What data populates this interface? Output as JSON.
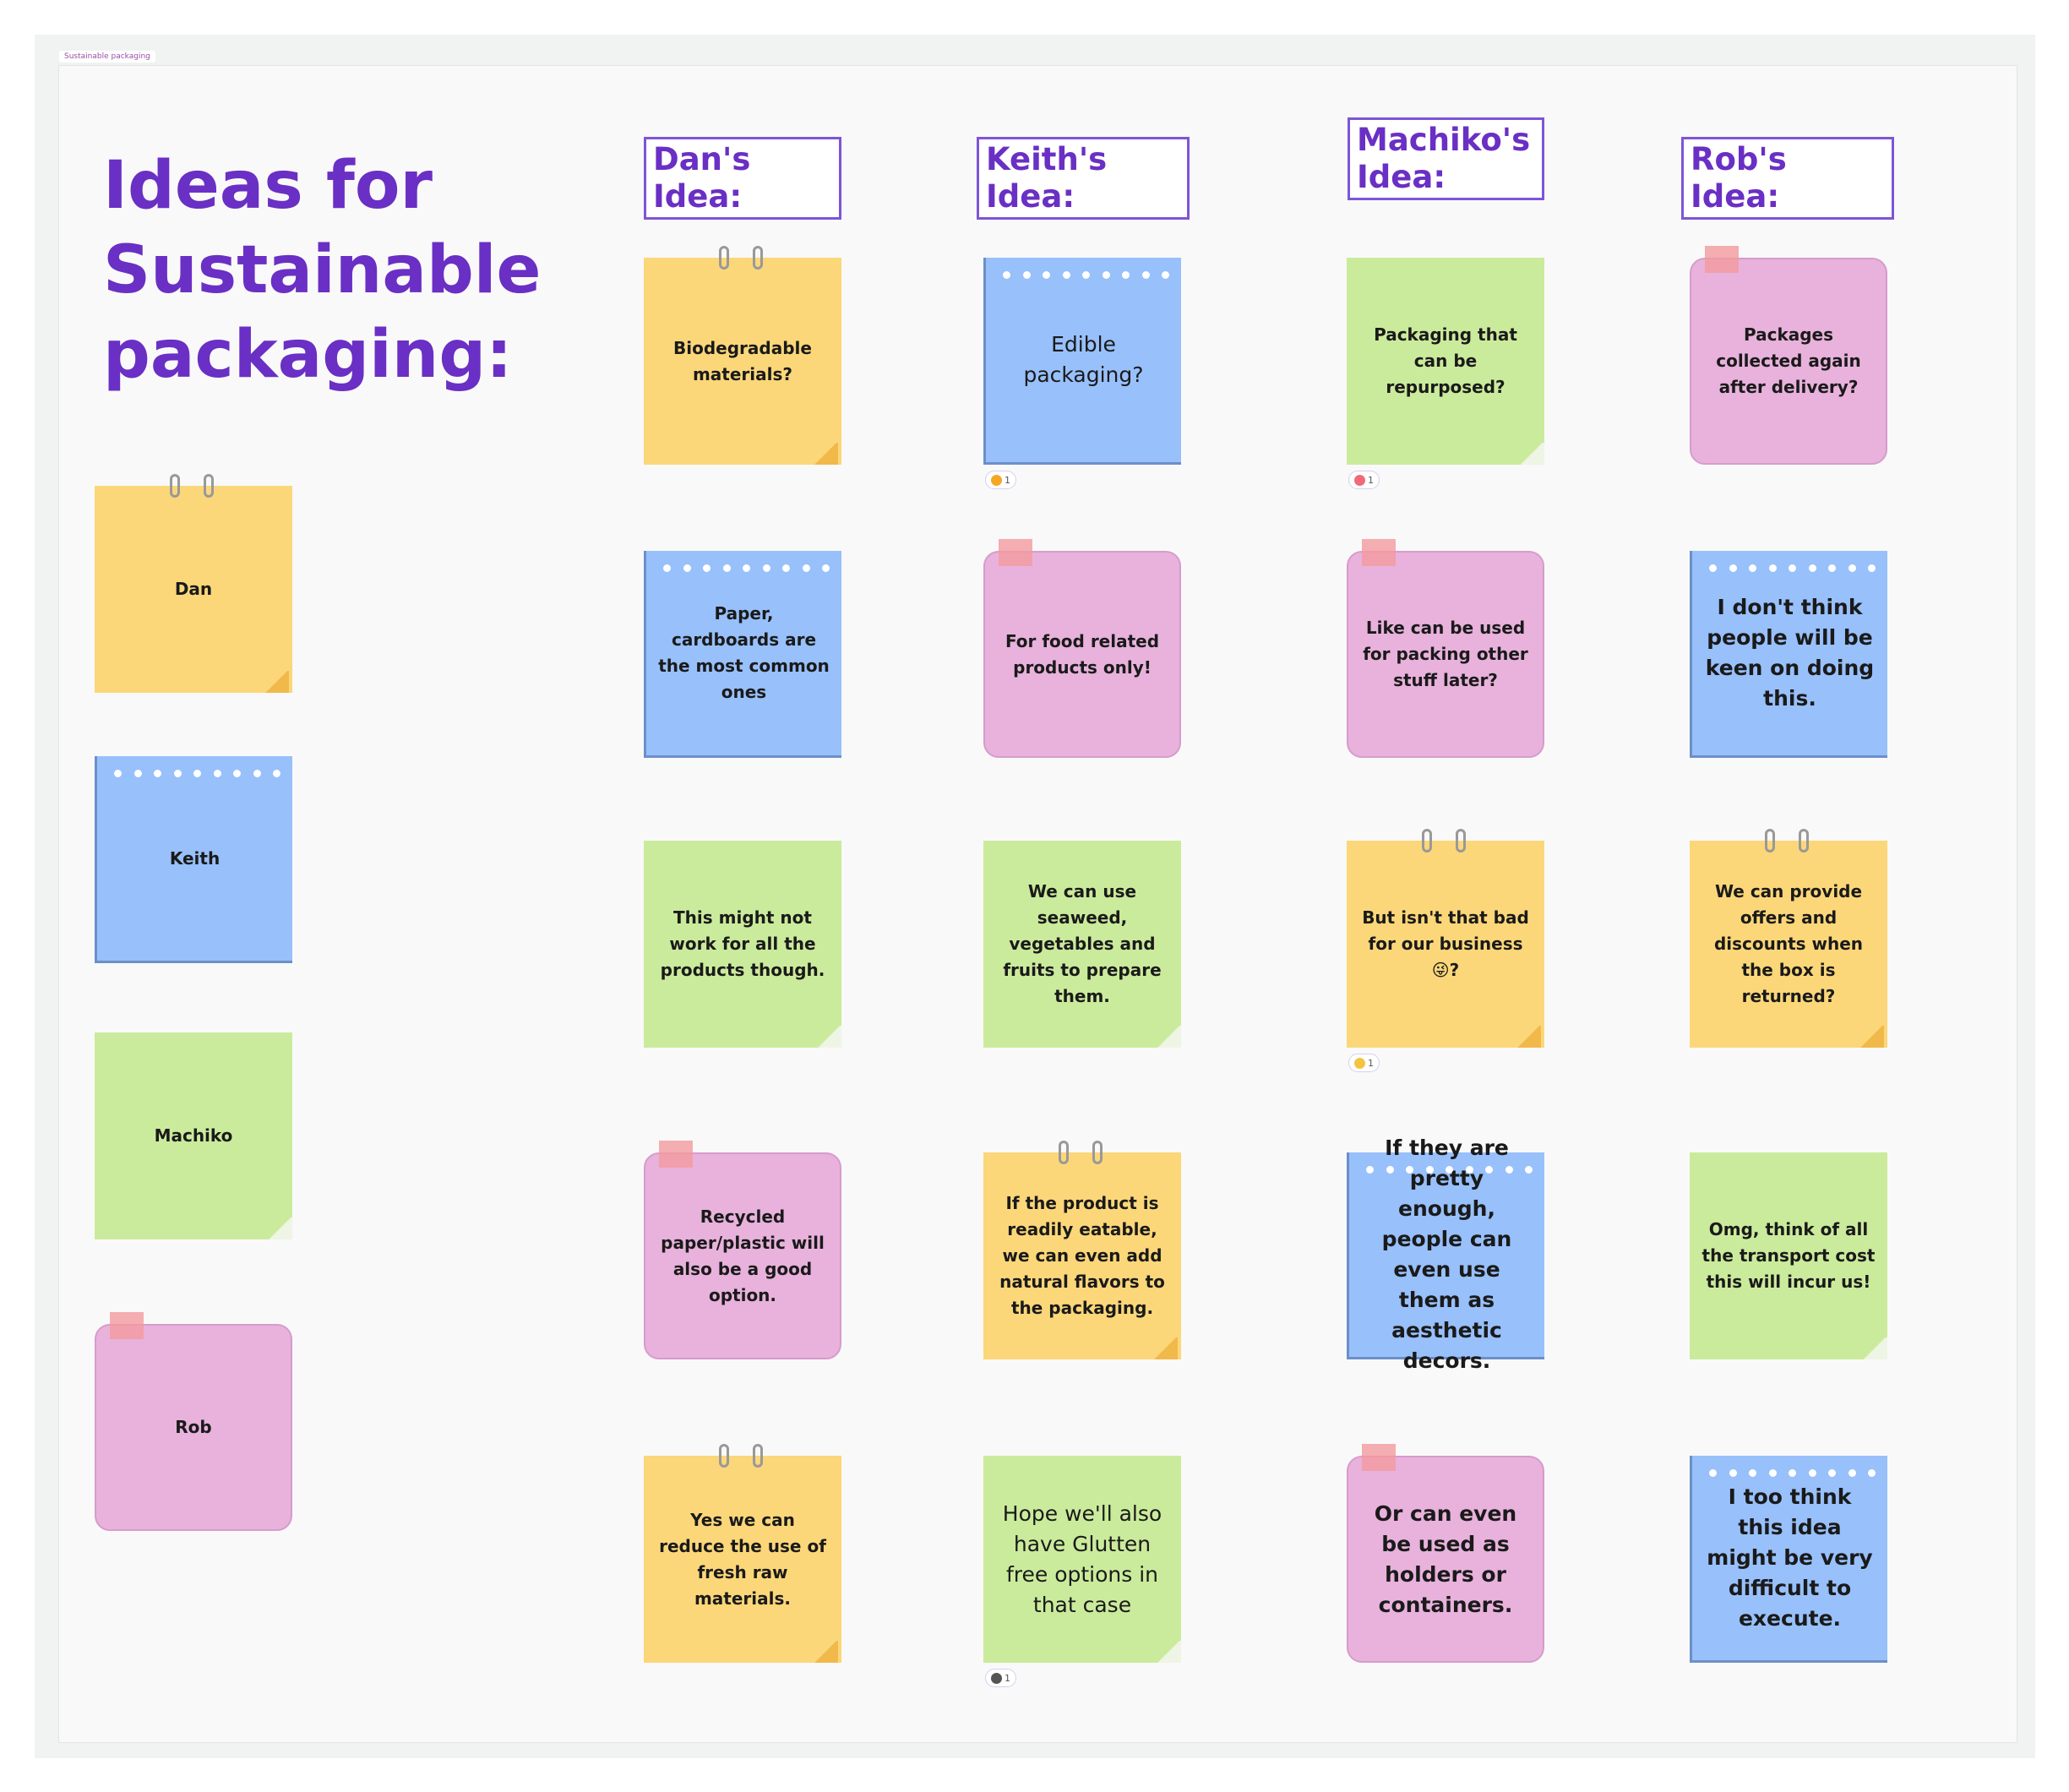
{
  "board_tab": "Sustainable packaging",
  "title": "Ideas for\nSustainable\npackaging:",
  "headers": [
    "Dan's Idea:",
    "Keith's Idea:",
    "Machiko's\nIdea:",
    "Rob's Idea:"
  ],
  "people": [
    {
      "name": "Dan",
      "style": "yellow"
    },
    {
      "name": "Keith",
      "style": "blue"
    },
    {
      "name": "Machiko",
      "style": "green"
    },
    {
      "name": "Rob",
      "style": "pink"
    }
  ],
  "columns": [
    [
      {
        "text": "Biodegradable materials?",
        "style": "yellow",
        "bold": true
      },
      {
        "text": "Paper, cardboards are the most common ones",
        "style": "blue",
        "bold": true
      },
      {
        "text": "This might not work for all the products though.",
        "style": "green",
        "bold": true
      },
      {
        "text": "Recycled paper/plastic will also be a good option.",
        "style": "pink",
        "bold": true
      },
      {
        "text": "Yes we can reduce the use of fresh raw materials.",
        "style": "yellow",
        "bold": true
      }
    ],
    [
      {
        "text": "Edible packaging?",
        "style": "blue",
        "bold": false,
        "large": true,
        "reaction": {
          "icon": "heart-eyes-emoji-icon",
          "count": "1",
          "color": "#f5a623"
        }
      },
      {
        "text": "For food related products only!",
        "style": "pink",
        "bold": true
      },
      {
        "text": "We can use seaweed, vegetables and fruits to prepare them.",
        "style": "green",
        "bold": true
      },
      {
        "text": "If the product is readily eatable, we can even add natural flavors to the packaging.",
        "style": "yellow",
        "bold": true
      },
      {
        "text": "Hope we'll also have Glutten free options in that case",
        "style": "green",
        "bold": false,
        "large": true,
        "reaction": {
          "icon": "plus-one-icon",
          "count": "1",
          "color": "#555555"
        }
      }
    ],
    [
      {
        "text": "Packaging that can be repurposed?",
        "style": "green",
        "bold": true,
        "reaction": {
          "icon": "heart-emoji-icon",
          "count": "1",
          "color": "#f06a7a"
        }
      },
      {
        "text": "Like can be used for packing other stuff later?",
        "style": "pink",
        "bold": true
      },
      {
        "text": "But isn't that bad for our business 😜?",
        "style": "yellow",
        "bold": true,
        "reaction": {
          "icon": "laughing-emoji-icon",
          "count": "1",
          "color": "#f5c342"
        }
      },
      {
        "text": "If they are pretty enough, people can even use them as aesthetic decors.",
        "style": "blue",
        "bold": true,
        "large": true
      },
      {
        "text": "Or can even be used as holders or containers.",
        "style": "pink",
        "bold": true,
        "large": true
      }
    ],
    [
      {
        "text": "Packages collected again after delivery?",
        "style": "pink",
        "bold": true
      },
      {
        "text": "I don't think people will be keen on doing this.",
        "style": "blue",
        "bold": true,
        "large": true
      },
      {
        "text": "We can provide offers and discounts when the box is returned?",
        "style": "yellow",
        "bold": true
      },
      {
        "text": "Omg, think of all the transport cost this will incur us!",
        "style": "green",
        "bold": true
      },
      {
        "text": "I too think this idea might be very difficult to execute.",
        "style": "blue",
        "bold": true,
        "large": true
      }
    ]
  ]
}
